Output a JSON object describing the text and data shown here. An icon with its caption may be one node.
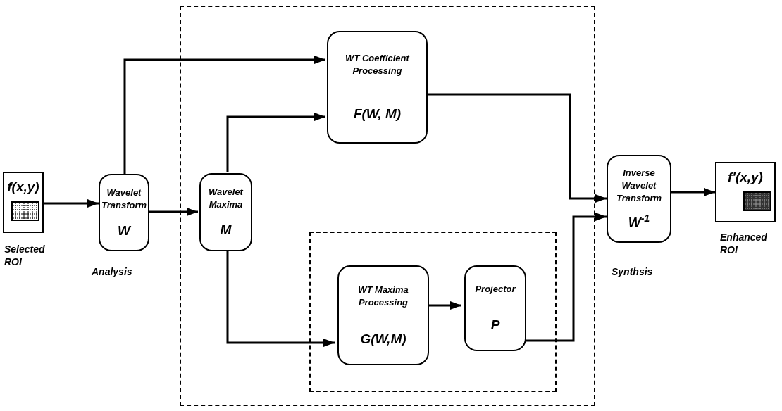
{
  "diagram": {
    "nodes": [
      {
        "text": [],
        "shape": "box"
      },
      {
        "text": [],
        "shape": "box",
        "in": 0
      },
      {
        "text": [
          "f(x,y)"
        ],
        "beside": [
          "Selected ROI"
        ]
      },
      {
        "text": [
          "Wavelet Transform",
          "W"
        ],
        "beside": [
          "Analysis"
        ]
      },
      {
        "text": [
          "Wavelet Maxima",
          "M"
        ],
        "in": 0
      },
      {
        "text": [
          "WT Coefficient Processing",
          "F(W, M)"
        ],
        "in": 0
      },
      {
        "text": [
          "WT Maxima Processing",
          "G(W,M)"
        ],
        "in": 1
      },
      {
        "text": [
          "Projector",
          "P"
        ],
        "in": 1
      },
      {
        "text": [
          "Inverse Wavelet Transform",
          "W$^{-1}$"
        ],
        "beside": [
          "Synthsis"
        ]
      },
      {
        "text": [
          "f'(x,y)"
        ],
        "beside": [
          "Enhanced ROI"
        ]
      }
    ],
    "edges": [
      {
        "from": 2,
        "to": 3,
        "arrow": "to"
      },
      {
        "from": 3,
        "to": 4,
        "arrow": "to"
      },
      {
        "from": 3,
        "to": 5,
        "arrow": "to"
      },
      {
        "from": 4,
        "to": 5,
        "arrow": "to"
      },
      {
        "from": 4,
        "to": 6,
        "arrow": "to"
      },
      {
        "from": 6,
        "to": 7,
        "arrow": "to"
      },
      {
        "from": 5,
        "to": 8,
        "arrow": "to"
      },
      {
        "from": 7,
        "to": 8,
        "arrow": "to"
      },
      {
        "from": 8,
        "to": 9,
        "arrow": "to"
      }
    ]
  }
}
